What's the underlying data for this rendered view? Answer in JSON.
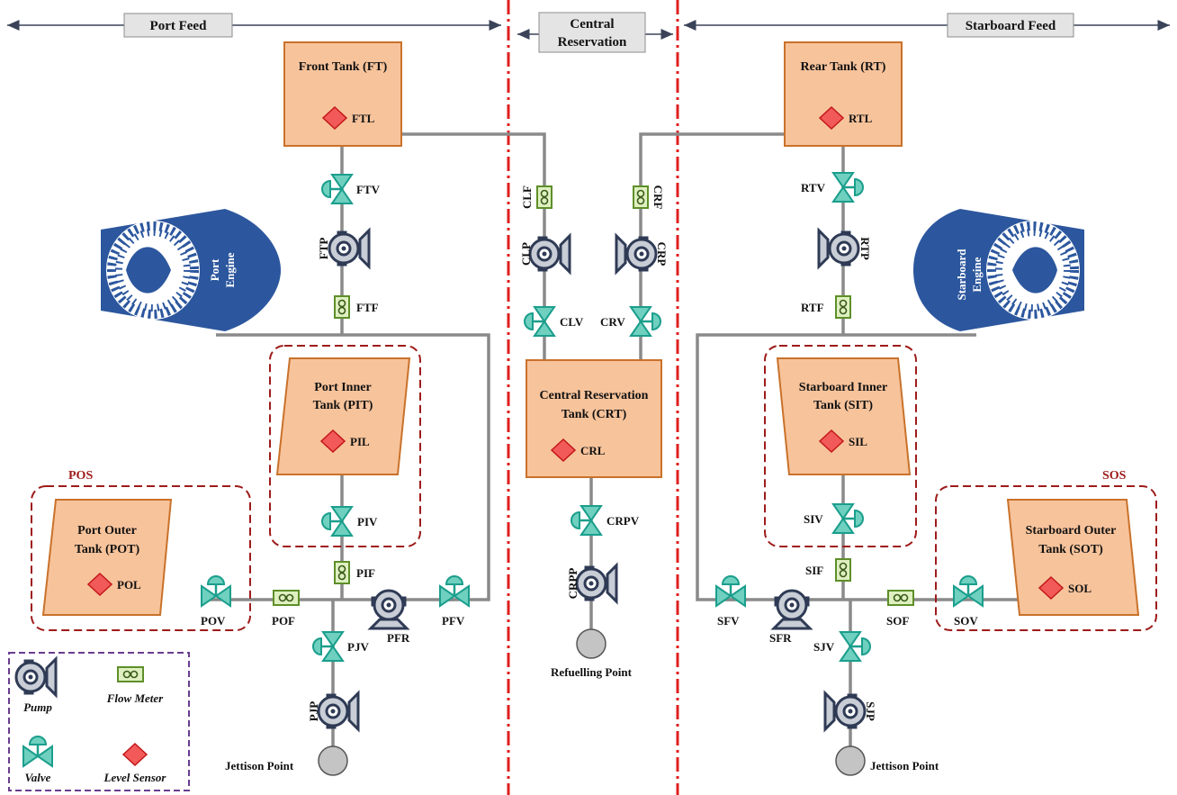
{
  "headers": {
    "port_feed": "Port Feed",
    "central_line1": "Central",
    "central_line2": "Reservation",
    "starboard_feed": "Starboard Feed"
  },
  "tanks": {
    "front": "Front Tank (FT)",
    "rear": "Rear Tank (RT)",
    "port_inner_l1": "Port Inner",
    "port_inner_l2": "Tank (PIT)",
    "central_l1": "Central Reservation",
    "central_l2": "Tank (CRT)",
    "starboard_inner_l1": "Starboard Inner",
    "starboard_inner_l2": "Tank (SIT)",
    "port_outer_l1": "Port Outer",
    "port_outer_l2": "Tank (POT)",
    "starboard_outer_l1": "Starboard Outer",
    "starboard_outer_l2": "Tank (SOT)"
  },
  "engines": {
    "port_l1": "Port",
    "port_l2": "Engine",
    "starboard_l1": "Starboard",
    "starboard_l2": "Engine"
  },
  "groups": {
    "pos": "POS",
    "sos": "SOS"
  },
  "components": {
    "FTL": "FTL",
    "RTL": "RTL",
    "PIL": "PIL",
    "CRL": "CRL",
    "SIL": "SIL",
    "POL": "POL",
    "SOL": "SOL",
    "FTV": "FTV",
    "RTV": "RTV",
    "CLV": "CLV",
    "CRV": "CRV",
    "PIV": "PIV",
    "SIV": "SIV",
    "CRPV": "CRPV",
    "POV": "POV",
    "PFV": "PFV",
    "PJV": "PJV",
    "SFV": "SFV",
    "SJV": "SJV",
    "SOV": "SOV",
    "FTP": "FTP",
    "RTP": "RTP",
    "CLP": "CLP",
    "CRP": "CRP",
    "CRPP": "CRPP",
    "PFR": "PFR",
    "PJP": "PJP",
    "SFR": "SFR",
    "SJP": "SJP",
    "FTF": "FTF",
    "RTF": "RTF",
    "CLF": "CLF",
    "CRF": "CRF",
    "PIF": "PIF",
    "SIF": "SIF",
    "POF": "POF",
    "SOF": "SOF"
  },
  "points": {
    "port_jettison": "Jettison Point",
    "starboard_jettison": "Jettison Point",
    "refuelling": "Refuelling Point"
  },
  "legend": {
    "pump": "Pump",
    "flow_meter": "Flow Meter",
    "valve": "Valve",
    "level_sensor": "Level Sensor"
  },
  "colors": {
    "tank_fill": "#f7c39b",
    "tank_stroke": "#c9722b",
    "valve": "#6fd0c0",
    "pump": "#2f3b55",
    "flow_meter": "#dff0c0",
    "sensor": "#f25a5a",
    "engine": "#2c579e",
    "divider": "#e01f1f",
    "group_border": "#9e1b1b"
  }
}
